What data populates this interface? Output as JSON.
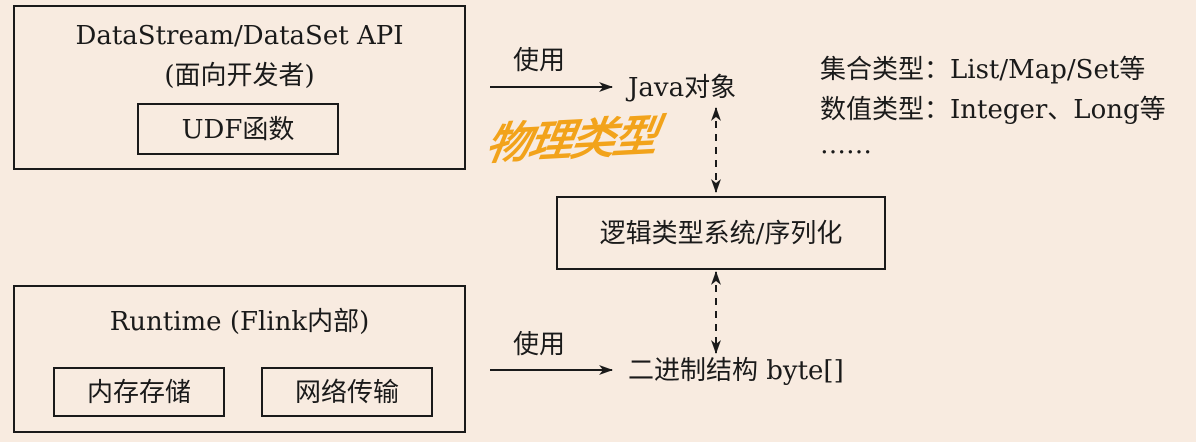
{
  "api_box": {
    "title": "DataStream/DataSet API",
    "subtitle": "(面向开发者)",
    "udf_label": "UDF函数"
  },
  "runtime_box": {
    "title": "Runtime (Flink内部)",
    "memory_label": "内存存储",
    "network_label": "网络传输"
  },
  "center": {
    "java_objects": "Java对象",
    "type_system": "逻辑类型系统/序列化",
    "binary": "二进制结构 byte[]",
    "use_top": "使用",
    "use_bottom": "使用",
    "handwritten_note": "物理类型"
  },
  "type_notes": {
    "collections": "集合类型：List/Map/Set等",
    "numeric": "数值类型：Integer、Long等",
    "ellipsis": "……"
  },
  "colors": {
    "background": "#f8ebe0",
    "handwriting": "#f2a31b",
    "stroke": "#1a1a1a"
  }
}
